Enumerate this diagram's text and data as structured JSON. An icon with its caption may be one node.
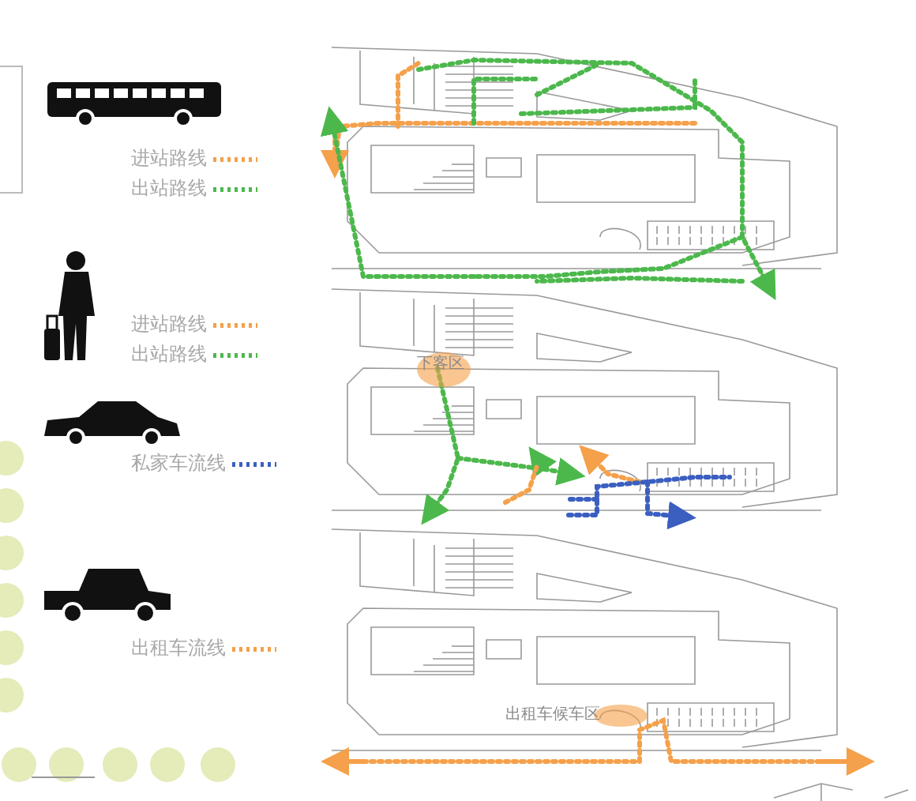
{
  "diagram": {
    "nodes": [
      {
        "text": [
          "下客区"
        ]
      },
      {
        "text": [
          "出租车候车区"
        ]
      }
    ],
    "legend": [
      {
        "text": "进站路线"
      },
      {
        "text": "出站路线"
      },
      {
        "text": "进站路线"
      },
      {
        "text": "出站路线"
      },
      {
        "text": "私家车流线"
      },
      {
        "text": "出租车流线"
      }
    ]
  }
}
